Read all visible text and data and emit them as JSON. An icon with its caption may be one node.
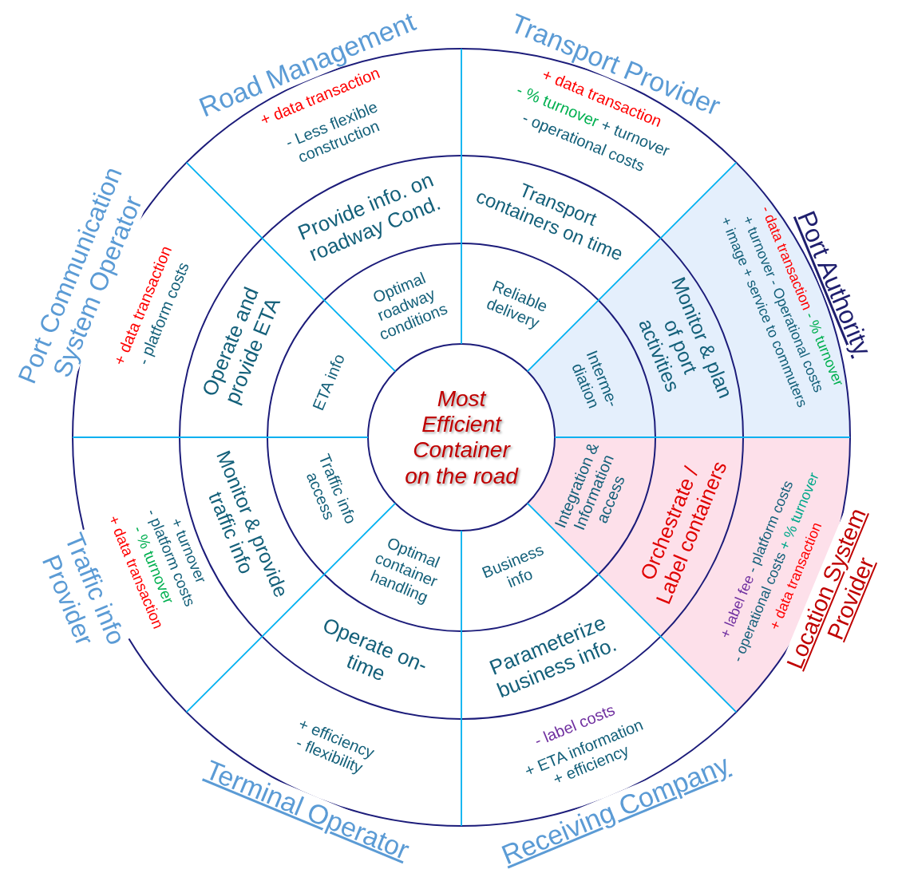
{
  "diagram": {
    "nodes": [
      {
        "text": [
          "Most Efficient Container on the road"
        ]
      },
      {
        "text": [
          "Road Management",
          "+ data transaction",
          "- Less flexible construction"
        ]
      },
      {
        "text": [
          "Provide info. on roadway Cond."
        ]
      },
      {
        "text": [
          "Optimal roadway conditions"
        ]
      },
      {
        "text": [
          "Transport Provider",
          "+ data transaction",
          "- % turnover",
          "+ turnover",
          "- operational costs"
        ]
      },
      {
        "text": [
          "Transport containers on time"
        ]
      },
      {
        "text": [
          "Reliable delivery"
        ]
      },
      {
        "text": [
          "Port Authority",
          "- data transaction",
          "- % turnover",
          "+ turnover - Operational costs",
          "+ image + service to commuters"
        ]
      },
      {
        "text": [
          "Monitor & plan of port activities"
        ]
      },
      {
        "text": [
          "Interme- diation"
        ]
      },
      {
        "text": [
          "Location System Provider",
          "+ label fee",
          "- platform costs",
          "- operational costs",
          "+ % turnover",
          "+ data transaction"
        ]
      },
      {
        "text": [
          "Orchestrate / Label containers"
        ]
      },
      {
        "text": [
          "Integration & Information access"
        ]
      },
      {
        "text": [
          "Receiving Company",
          "- label costs",
          "+ ETA information + efficiency"
        ]
      },
      {
        "text": [
          "Parameterize business info."
        ]
      },
      {
        "text": [
          "Business info"
        ]
      },
      {
        "text": [
          "Terminal Operator",
          "+ efficiency - flexibility"
        ]
      },
      {
        "text": [
          "Operate on- time"
        ]
      },
      {
        "text": [
          "Optimal container handling"
        ]
      },
      {
        "text": [
          "Traffic info Provider",
          "+ turnover",
          "- platform costs",
          "- % turnover",
          "+ data transaction"
        ]
      },
      {
        "text": [
          "Monitor & provide traffic info"
        ]
      },
      {
        "text": [
          "Traffic info access"
        ]
      },
      {
        "text": [
          "Port Communication System Operator",
          "+ data transaction",
          "- platform costs"
        ]
      },
      {
        "text": [
          "Operate and provide ETA"
        ]
      },
      {
        "text": [
          "ETA info"
        ]
      }
    ]
  }
}
